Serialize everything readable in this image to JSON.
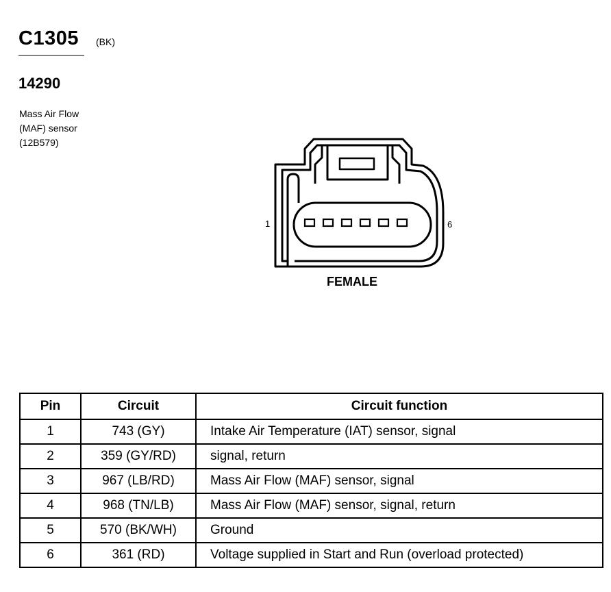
{
  "connector": {
    "id": "C1305",
    "color_code": "(BK)",
    "part_number": "14290",
    "description": [
      "Mass Air Flow",
      "(MAF) sensor",
      "(12B579)"
    ]
  },
  "diagram": {
    "pin_first": "1",
    "pin_last": "6",
    "gender": "FEMALE",
    "pin_count": 6
  },
  "table": {
    "headers": [
      "Pin",
      "Circuit",
      "Circuit function"
    ],
    "rows": [
      {
        "pin": "1",
        "circuit": "743 (GY)",
        "function": "Intake Air Temperature (IAT) sensor, signal"
      },
      {
        "pin": "2",
        "circuit": "359 (GY/RD)",
        "function": "signal, return"
      },
      {
        "pin": "3",
        "circuit": "967 (LB/RD)",
        "function": "Mass Air Flow (MAF) sensor, signal"
      },
      {
        "pin": "4",
        "circuit": "968 (TN/LB)",
        "function": "Mass Air Flow (MAF) sensor, signal, return"
      },
      {
        "pin": "5",
        "circuit": "570 (BK/WH)",
        "function": "Ground"
      },
      {
        "pin": "6",
        "circuit": "361 (RD)",
        "function": "Voltage supplied in Start and Run (overload protected)"
      }
    ]
  }
}
